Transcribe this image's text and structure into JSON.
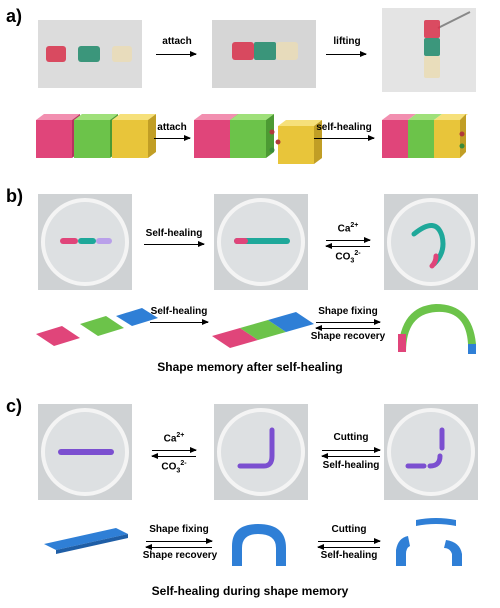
{
  "panels": {
    "a": "a)",
    "b": "b)",
    "c": "c)"
  },
  "panel_a": {
    "photo_arrow_1": "attach",
    "photo_arrow_2": "lifting",
    "cube_arrow_1": "attach",
    "cube_arrow_2": "self-healing"
  },
  "panel_b": {
    "photo_arrow_1": "Self-healing",
    "ion_top_base": "Ca",
    "ion_top_sup": "2+",
    "ion_bottom_base": "CO",
    "ion_bottom_sub": "3",
    "ion_bottom_sup": "2-",
    "sheet_arrow_1": "Self-healing",
    "sheet_arrow_2_top": "Shape fixing",
    "sheet_arrow_2_bottom": "Shape recovery",
    "caption": "Shape memory after self-healing"
  },
  "panel_c": {
    "ion_top_base": "Ca",
    "ion_top_sup": "2+",
    "ion_bottom_base": "CO",
    "ion_bottom_sub": "3",
    "ion_bottom_sup": "2-",
    "photo_arrow_2_top": "Cutting",
    "photo_arrow_2_bottom": "Self-healing",
    "sheet_arrow_1_top": "Shape fixing",
    "sheet_arrow_1_bottom": "Shape recovery",
    "sheet_arrow_2_top": "Cutting",
    "sheet_arrow_2_bottom": "Self-healing",
    "caption": "Self-healing during shape memory"
  },
  "colors": {
    "pink": "#e0457a",
    "green": "#6cc34a",
    "yellow": "#e8c53a",
    "blue": "#2f7fd6",
    "purple": "#7b4fd0"
  }
}
